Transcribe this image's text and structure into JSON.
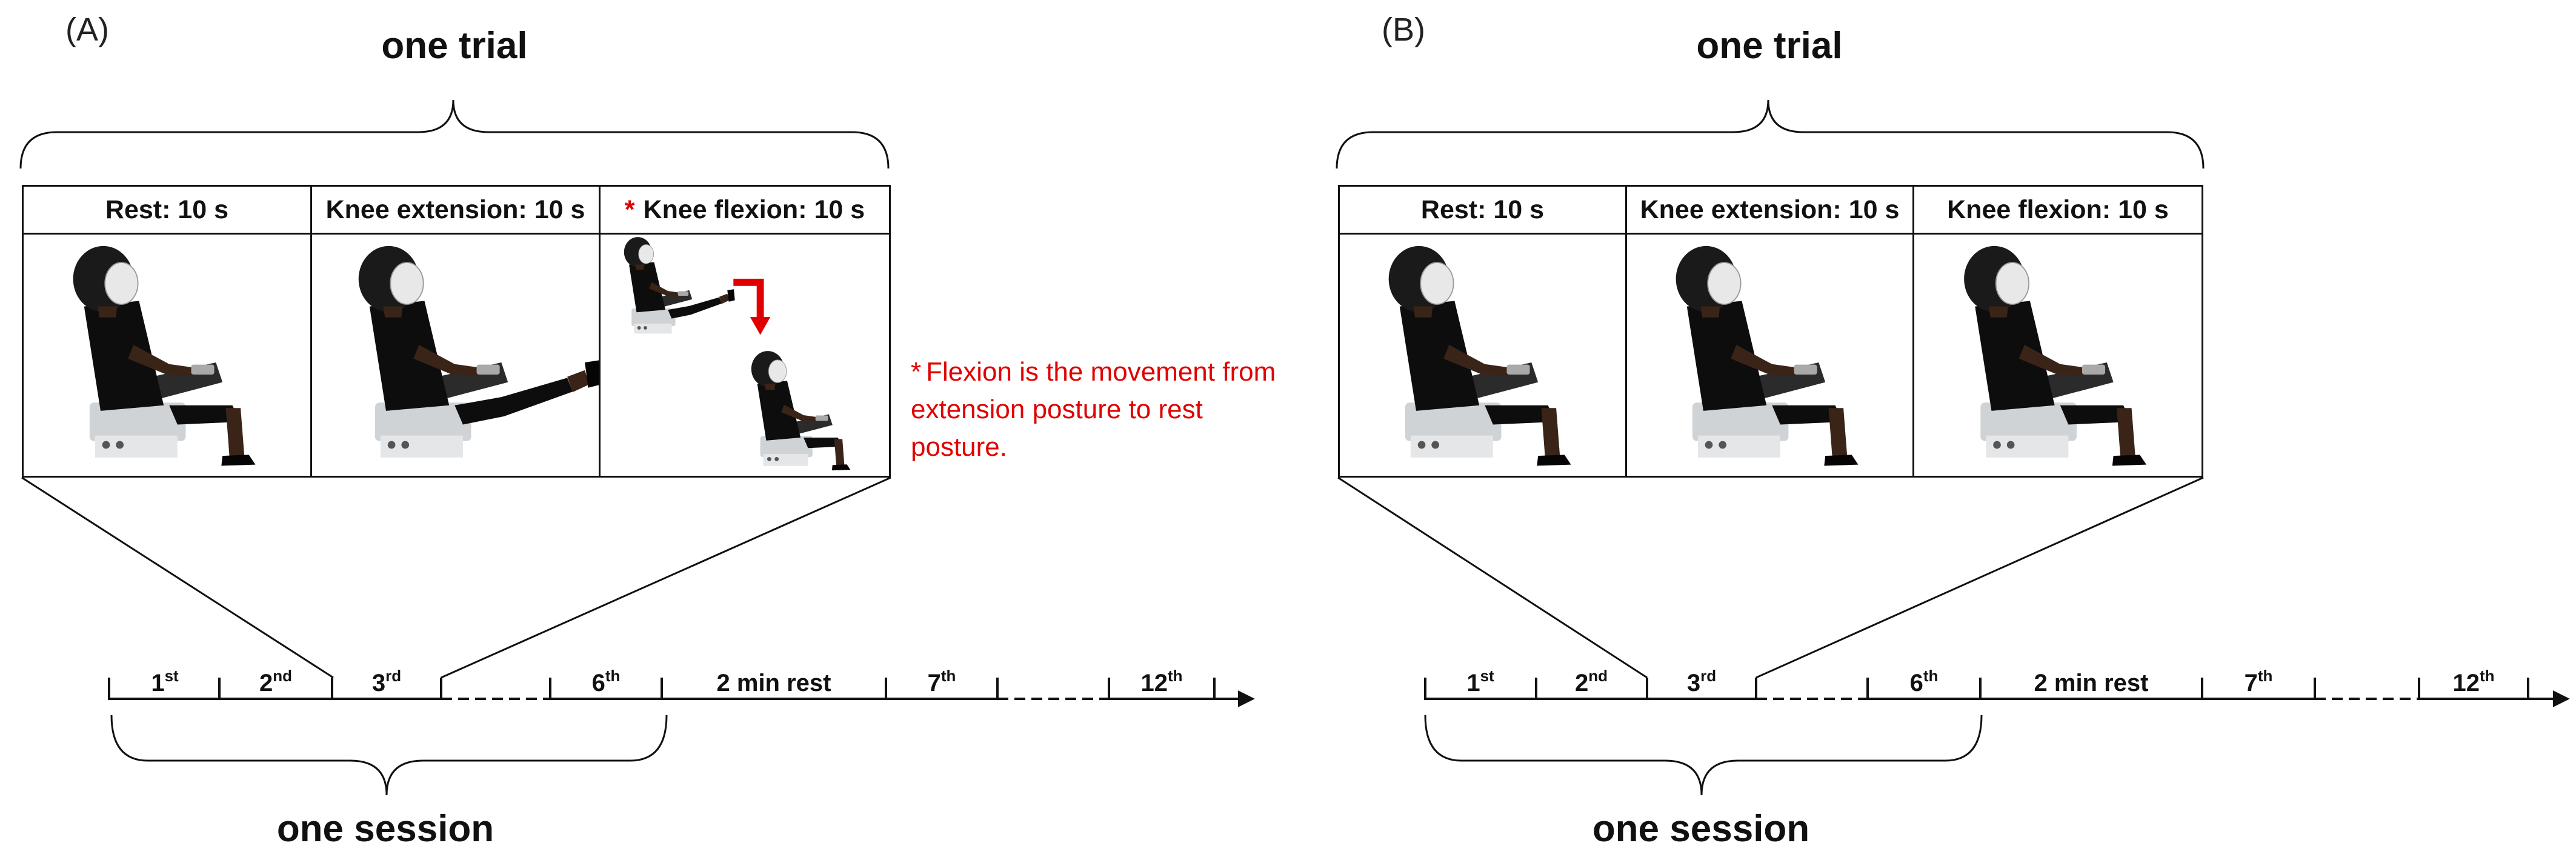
{
  "panels": [
    {
      "letter": "(A)",
      "trial_title": "one trial",
      "session_title": "one session",
      "cells": [
        {
          "star": "",
          "label": "Rest: 10 s",
          "pose": "rest"
        },
        {
          "star": "",
          "label": "Knee extension: 10 s",
          "pose": "extension"
        },
        {
          "star": "*",
          "label": "Knee flexion: 10 s",
          "pose": "flexion"
        }
      ],
      "note": {
        "star": "*",
        "text": "Flexion is the movement from extension posture  to rest posture."
      },
      "timeline": [
        "1st",
        "2nd",
        "3rd",
        "6th",
        "2 min rest",
        "7th",
        "12th"
      ]
    },
    {
      "letter": "(B)",
      "trial_title": "one trial",
      "session_title": "one session",
      "cells": [
        {
          "star": "",
          "label": "Rest: 10 s",
          "pose": "rest"
        },
        {
          "star": "",
          "label": "Knee extension: 10 s",
          "pose": "rest"
        },
        {
          "star": "",
          "label": "Knee flexion: 10 s",
          "pose": "rest"
        }
      ],
      "timeline": [
        "1st",
        "2nd",
        "3rd",
        "6th",
        "2 min rest",
        "7th",
        "12th"
      ]
    }
  ],
  "colors": {
    "line": "#111111",
    "accent": "#e00000",
    "skin": "#3a2418",
    "shirt": "#0d0d0d",
    "helmet": "#e8e8e8",
    "chair": "#2b2b2b"
  }
}
